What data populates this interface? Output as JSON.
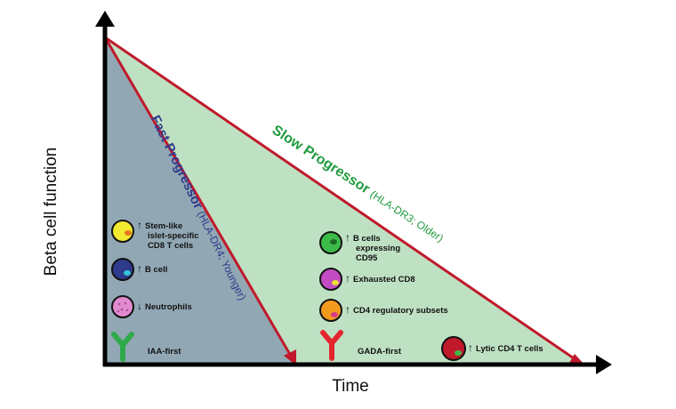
{
  "axes": {
    "y_label": "Beta cell function",
    "x_label": "Time"
  },
  "progressors": {
    "fast": {
      "name": "Fast Progressor",
      "detail": "(HLA-DR4; Younger)",
      "color": "#2e3a8c",
      "fill": "#91a8b4"
    },
    "slow": {
      "name": "Slow Progressor",
      "detail": "(HLA-DR3; Older)",
      "color": "#1f9a3d",
      "fill": "#bfe1c3"
    }
  },
  "line_color": "#c0192b",
  "fast_cells": [
    {
      "arrow": "↑",
      "lines": [
        "Stem-like",
        "islet-specific",
        "CD8 T cells"
      ],
      "cell": "yellow"
    },
    {
      "arrow": "↑",
      "lines": [
        "B cell"
      ],
      "cell": "navy"
    },
    {
      "arrow": "↓",
      "lines": [
        "Neutrophils"
      ],
      "cell": "pink"
    }
  ],
  "slow_cells": [
    {
      "arrow": "↑",
      "lines": [
        "B cells",
        "expressing",
        "CD95"
      ],
      "cell": "green"
    },
    {
      "arrow": "↑",
      "lines": [
        "Exhausted CD8"
      ],
      "cell": "magenta"
    },
    {
      "arrow": "↑",
      "lines": [
        "CD4 regulatory subsets"
      ],
      "cell": "orange"
    },
    {
      "arrow": "↑",
      "lines": [
        "Lytic CD4 T cells"
      ],
      "cell": "red"
    }
  ],
  "antibodies": {
    "iaa": {
      "label": "IAA-first",
      "color": "#2faa4a"
    },
    "gada": {
      "label": "GADA-first",
      "color": "#e3262e"
    }
  }
}
